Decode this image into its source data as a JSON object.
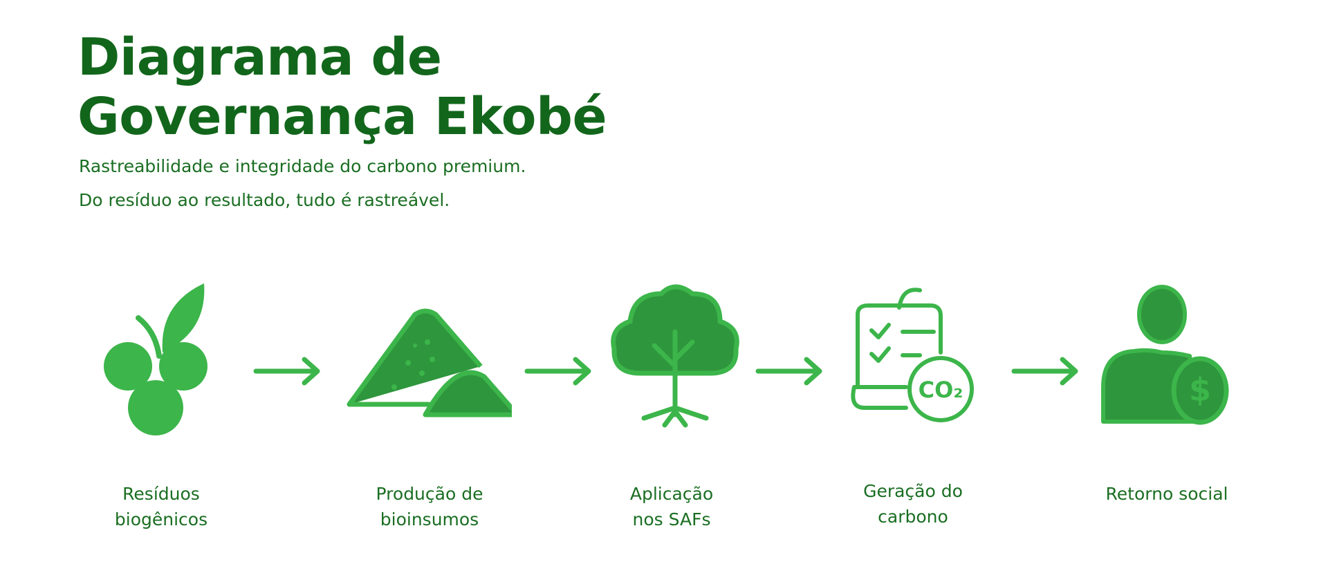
{
  "header": {
    "title_line1": "Diagrama de",
    "title_line2": "Governança Ekobé",
    "subtitle_line1": "Rastreabilidade e integridade do carbono premium.",
    "subtitle_line2": "Do resíduo ao resultado, tudo é rastreável."
  },
  "colors": {
    "text": "#12661b",
    "icon_stroke": "#3cb54a",
    "icon_fill": "#2e963c"
  },
  "steps": [
    {
      "icon": "berries-icon",
      "line1": "Resíduos",
      "line2": "biogênicos"
    },
    {
      "icon": "soil-pile-icon",
      "line1": "Produção de",
      "line2": "bioinsumos"
    },
    {
      "icon": "tree-icon",
      "line1": "Aplicação",
      "line2": "nos SAFs"
    },
    {
      "icon": "carbon-report-icon",
      "line1": "Geração do",
      "line2": "carbono",
      "badge": "CO₂"
    },
    {
      "icon": "person-coin-icon",
      "line1": "Retorno social",
      "line2": "",
      "badge": "$"
    }
  ]
}
